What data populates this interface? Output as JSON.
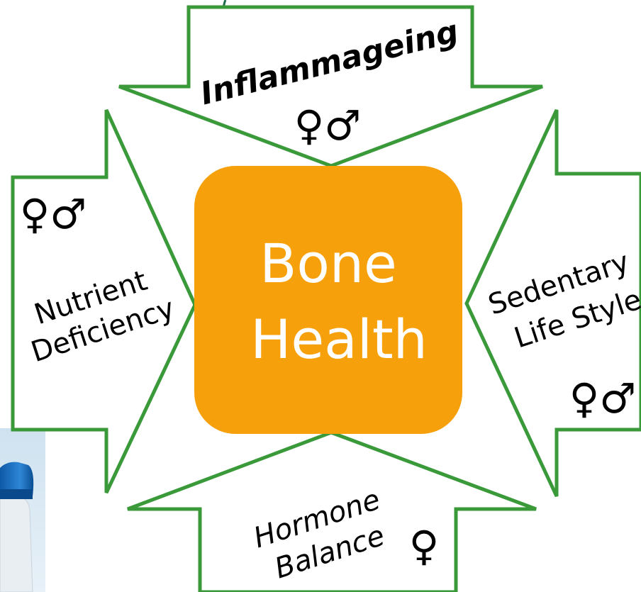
{
  "center": {
    "line1": "Bone",
    "line2": "Health"
  },
  "factors": {
    "top": {
      "label": "Inflammageing",
      "symbol": "♀♂"
    },
    "left": {
      "line1": "Nutrient",
      "line2": "Deficiency",
      "symbol": "♀♂"
    },
    "right": {
      "line1": "Sedentary",
      "line2": "Life Style",
      "symbol": "♀♂"
    },
    "bottom": {
      "line1": "Hormone",
      "line2": "Balance",
      "symbol": "♀"
    }
  },
  "colors": {
    "center_fill": "#f6a00c",
    "arrow_stroke": "#3a9a3a",
    "arrow_fill": "#ffffff"
  }
}
